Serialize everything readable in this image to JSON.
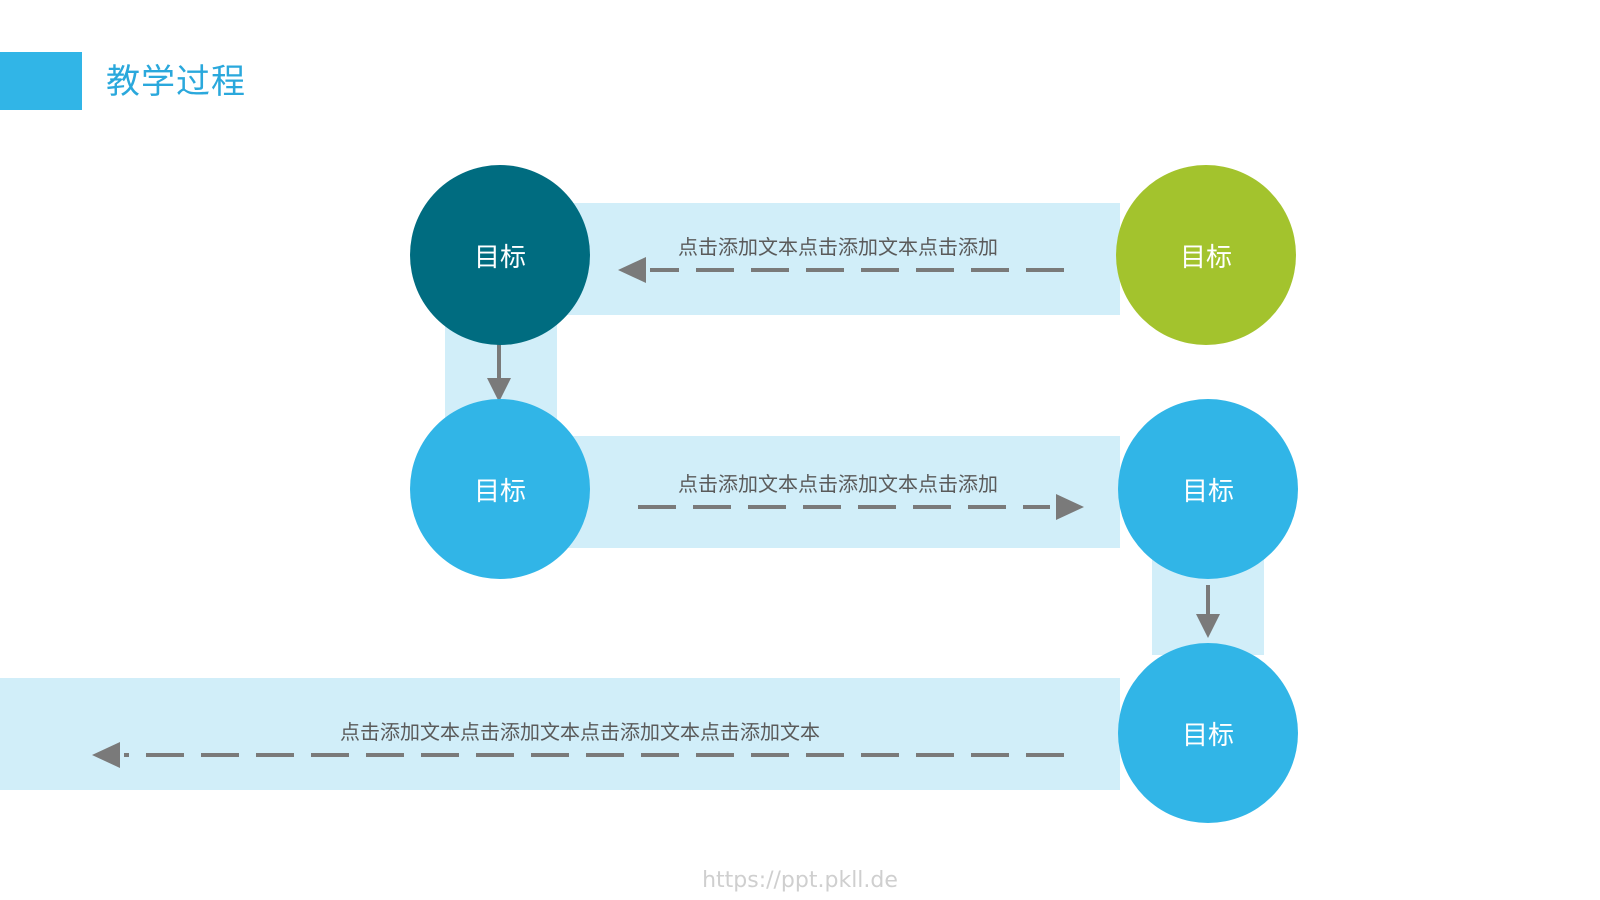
{
  "slide": {
    "title": "教学过程",
    "footer_url": "https://ppt.pkll.de"
  },
  "colors": {
    "accent": "#31b5e7",
    "band": "#d1eef9",
    "dark_teal": "#006c80",
    "lime": "#a3c32d",
    "sky": "#31b5e7",
    "arrow": "#7a7a7a"
  },
  "nodes": [
    {
      "label": "目标",
      "color": "#a3c32d"
    },
    {
      "label": "目标",
      "color": "#006c80"
    },
    {
      "label": "目标",
      "color": "#31b5e7"
    },
    {
      "label": "目标",
      "color": "#31b5e7"
    },
    {
      "label": "目标",
      "color": "#31b5e7"
    }
  ],
  "flows": [
    {
      "text": "点击添加文本点击添加文本点击添加"
    },
    {
      "text": "点击添加文本点击添加文本点击添加"
    },
    {
      "text": "点击添加文本点击添加文本点击添加文本点击添加文本"
    }
  ]
}
